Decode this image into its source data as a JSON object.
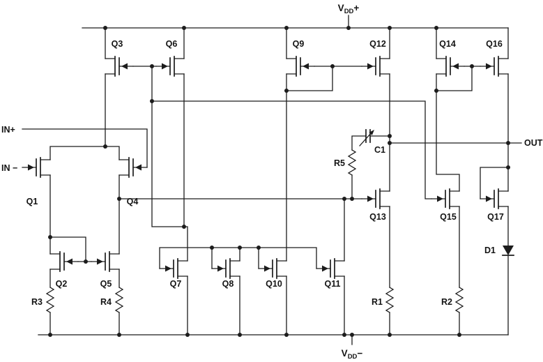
{
  "diagram": {
    "type": "circuit-schematic",
    "subject": "CMOS operational amplifier equivalent circuit",
    "power": {
      "vdd_base": "V",
      "vdd_sub": "DD",
      "plus_sign": "+",
      "minus_sign": "−"
    },
    "ports": {
      "in_plus": "IN+",
      "in_minus": "IN −",
      "out": "OUT"
    },
    "components": {
      "q1": "Q1",
      "q2": "Q2",
      "q3": "Q3",
      "q4": "Q4",
      "q5": "Q5",
      "q6": "Q6",
      "q7": "Q7",
      "q8": "Q8",
      "q9": "Q9",
      "q10": "Q10",
      "q11": "Q11",
      "q12": "Q12",
      "q13": "Q13",
      "q14": "Q14",
      "q15": "Q15",
      "q16": "Q16",
      "q17": "Q17",
      "r1": "R1",
      "r2": "R2",
      "r3": "R3",
      "r4": "R4",
      "r5": "R5",
      "c1": "C1",
      "d1": "D1"
    }
  }
}
